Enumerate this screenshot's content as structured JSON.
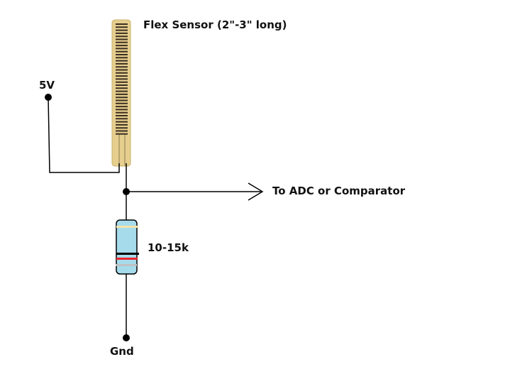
{
  "labels": {
    "sensor": "Flex Sensor (2\"-3\" long)",
    "vcc": "5V",
    "output": "To ADC or Comparator",
    "resistor": "10-15k",
    "ground": "Gnd"
  },
  "colors": {
    "sensor_body": "#e6cf8e",
    "sensor_trace": "#3a2e20",
    "resistor_body": "#a6dbec",
    "band1": "#f6e3a8",
    "band2": "#000000",
    "band3": "#e8242a",
    "band4": "#c0c0c0"
  }
}
